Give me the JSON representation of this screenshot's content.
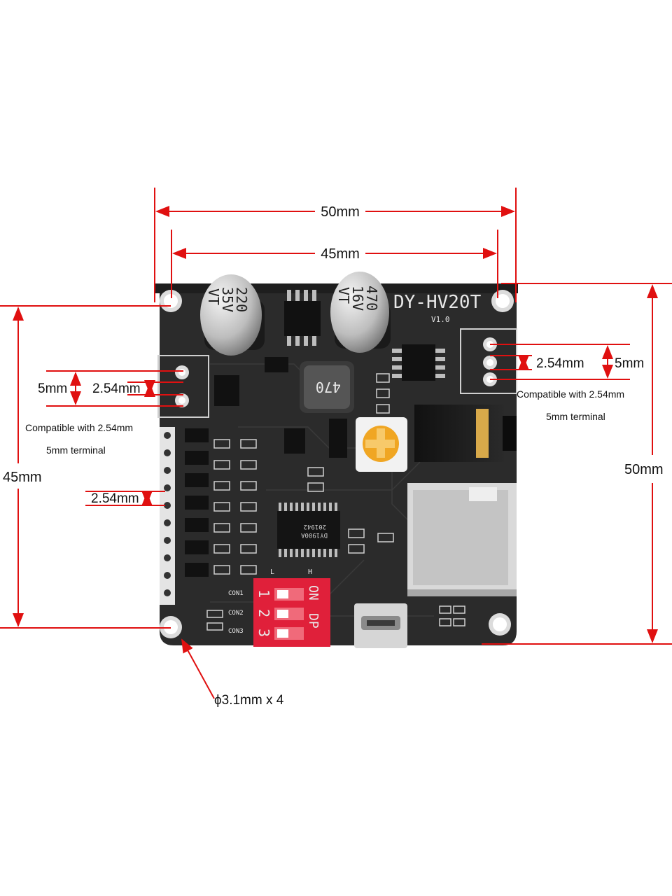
{
  "dimensions": {
    "outer_width": "50mm",
    "inner_width": "45mm",
    "left_height": "45mm",
    "right_height": "50mm",
    "pitch_left": "2.54mm",
    "pitch_left_terminal": "2.54mm",
    "spacing_left_terminal": "5mm",
    "pitch_right_terminal": "2.54mm",
    "spacing_right_terminal": "5mm",
    "hole": "ϕ3.1mm x 4"
  },
  "notes": {
    "left_line1": "Compatible with 2.54mm",
    "left_line2": "5mm terminal",
    "right_line1": "Compatible with 2.54mm",
    "right_line2": "5mm terminal"
  },
  "board": {
    "model": "DY-HV20T",
    "version": "V1.0",
    "cap1_value": "220",
    "cap1_voltage": "35V",
    "cap1_brand": "VT",
    "cap2_value": "470",
    "cap2_voltage": "16V",
    "cap2_brand": "VT",
    "inductor": "470",
    "chip_line1": "DY1900A",
    "chip_line2": "201942",
    "con1": "CON1",
    "con2": "CON2",
    "con3": "CON3",
    "switch_n1": "1",
    "switch_n2": "2",
    "switch_n3": "3",
    "switch_on": "ON",
    "switch_dp": "DP",
    "silk_l": "L",
    "silk_h": "H"
  },
  "colors": {
    "dimension_line": "#e01010",
    "board": "#2a2a2a",
    "dip_switch": "#e0203a"
  }
}
